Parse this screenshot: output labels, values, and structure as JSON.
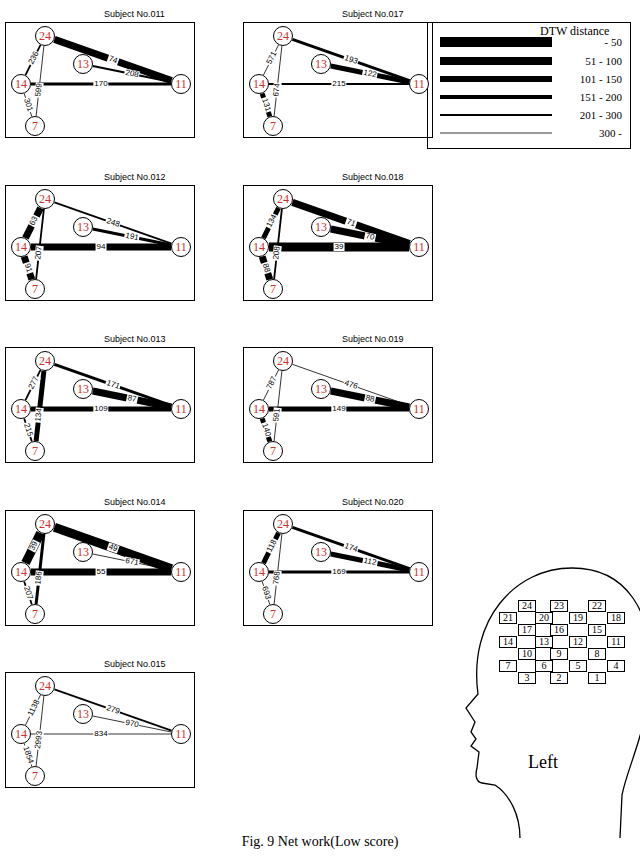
{
  "diagram": {
    "caption": "Fig. 9 Net work(Low score)",
    "nodes": [
      {
        "text": [
          "Subject No.011"
        ]
      },
      {
        "text": [
          "24"
        ],
        "in": 0
      },
      {
        "text": [
          "13"
        ],
        "in": 0
      },
      {
        "text": [
          "14"
        ],
        "in": 0
      },
      {
        "text": [
          "7"
        ],
        "in": 0
      },
      {
        "text": [
          "11"
        ],
        "in": 0
      },
      {
        "text": [
          "Subject No.017"
        ]
      },
      {
        "text": [
          "24"
        ],
        "in": 6
      },
      {
        "text": [
          "13"
        ],
        "in": 6
      },
      {
        "text": [
          "14"
        ],
        "in": 6
      },
      {
        "text": [
          "7"
        ],
        "in": 6
      },
      {
        "text": [
          "11"
        ],
        "in": 6
      },
      {
        "text": [
          "Subject No.012"
        ]
      },
      {
        "text": [
          "24"
        ],
        "in": 12
      },
      {
        "text": [
          "13"
        ],
        "in": 12
      },
      {
        "text": [
          "14"
        ],
        "in": 12
      },
      {
        "text": [
          "7"
        ],
        "in": 12
      },
      {
        "text": [
          "11"
        ],
        "in": 12
      },
      {
        "text": [
          "Subject No.018"
        ]
      },
      {
        "text": [
          "24"
        ],
        "in": 18
      },
      {
        "text": [
          "13"
        ],
        "in": 18
      },
      {
        "text": [
          "14"
        ],
        "in": 18
      },
      {
        "text": [
          "7"
        ],
        "in": 18
      },
      {
        "text": [
          "11"
        ],
        "in": 18
      },
      {
        "text": [
          "Subject No.013"
        ]
      },
      {
        "text": [
          "24"
        ],
        "in": 24
      },
      {
        "text": [
          "13"
        ],
        "in": 24
      },
      {
        "text": [
          "14"
        ],
        "in": 24
      },
      {
        "text": [
          "7"
        ],
        "in": 24
      },
      {
        "text": [
          "11"
        ],
        "in": 24
      },
      {
        "text": [
          "Subject No.019"
        ]
      },
      {
        "text": [
          "24"
        ],
        "in": 30
      },
      {
        "text": [
          "13"
        ],
        "in": 30
      },
      {
        "text": [
          "14"
        ],
        "in": 30
      },
      {
        "text": [
          "7"
        ],
        "in": 30
      },
      {
        "text": [
          "11"
        ],
        "in": 30
      },
      {
        "text": [
          "Subject No.014"
        ]
      },
      {
        "text": [
          "24"
        ],
        "in": 36
      },
      {
        "text": [
          "13"
        ],
        "in": 36
      },
      {
        "text": [
          "14"
        ],
        "in": 36
      },
      {
        "text": [
          "7"
        ],
        "in": 36
      },
      {
        "text": [
          "11"
        ],
        "in": 36
      },
      {
        "text": [
          "Subject No.020"
        ]
      },
      {
        "text": [
          "24"
        ],
        "in": 42
      },
      {
        "text": [
          "13"
        ],
        "in": 42
      },
      {
        "text": [
          "14"
        ],
        "in": 42
      },
      {
        "text": [
          "7"
        ],
        "in": 42
      },
      {
        "text": [
          "11"
        ],
        "in": 42
      },
      {
        "text": [
          "Subject No.015"
        ]
      },
      {
        "text": [
          "24"
        ],
        "in": 48
      },
      {
        "text": [
          "13"
        ],
        "in": 48
      },
      {
        "text": [
          "14"
        ],
        "in": 48
      },
      {
        "text": [
          "7"
        ],
        "in": 48
      },
      {
        "text": [
          "11"
        ],
        "in": 48
      }
    ],
    "edges": [
      {
        "from": 1,
        "to": 5,
        "label": "74",
        "arrow": "none"
      },
      {
        "from": 2,
        "to": 5,
        "label": "208",
        "arrow": "none"
      },
      {
        "from": 3,
        "to": 5,
        "label": "170",
        "arrow": "none"
      },
      {
        "from": 1,
        "to": 3,
        "label": "236",
        "arrow": "none"
      },
      {
        "from": 1,
        "to": 4,
        "label": "599",
        "arrow": "none"
      },
      {
        "from": 3,
        "to": 4,
        "label": "301",
        "arrow": "none"
      },
      {
        "from": 7,
        "to": 11,
        "label": "193",
        "arrow": "none"
      },
      {
        "from": 8,
        "to": 11,
        "label": "122",
        "arrow": "none"
      },
      {
        "from": 9,
        "to": 11,
        "label": "215",
        "arrow": "none"
      },
      {
        "from": 7,
        "to": 9,
        "label": "571",
        "arrow": "none"
      },
      {
        "from": 7,
        "to": 10,
        "label": "674",
        "arrow": "none"
      },
      {
        "from": 9,
        "to": 10,
        "label": "131",
        "arrow": "none"
      },
      {
        "from": 13,
        "to": 17,
        "label": "248",
        "arrow": "none"
      },
      {
        "from": 14,
        "to": 17,
        "label": "191",
        "arrow": "none"
      },
      {
        "from": 15,
        "to": 17,
        "label": "94",
        "arrow": "none"
      },
      {
        "from": 13,
        "to": 15,
        "label": "63",
        "arrow": "none"
      },
      {
        "from": 13,
        "to": 16,
        "label": "207",
        "arrow": "none"
      },
      {
        "from": 15,
        "to": 16,
        "label": "91",
        "arrow": "none"
      },
      {
        "from": 19,
        "to": 23,
        "label": "71",
        "arrow": "none"
      },
      {
        "from": 20,
        "to": 23,
        "label": "70",
        "arrow": "none"
      },
      {
        "from": 21,
        "to": 23,
        "label": "39",
        "arrow": "none"
      },
      {
        "from": 19,
        "to": 21,
        "label": "134",
        "arrow": "none"
      },
      {
        "from": 19,
        "to": 22,
        "label": "208",
        "arrow": "none"
      },
      {
        "from": 21,
        "to": 22,
        "label": "88",
        "arrow": "none"
      },
      {
        "from": 25,
        "to": 29,
        "label": "171",
        "arrow": "none"
      },
      {
        "from": 26,
        "to": 29,
        "label": "87",
        "arrow": "none"
      },
      {
        "from": 27,
        "to": 29,
        "label": "109",
        "arrow": "none"
      },
      {
        "from": 25,
        "to": 27,
        "label": "277",
        "arrow": "none"
      },
      {
        "from": 25,
        "to": 28,
        "label": "134",
        "arrow": "none"
      },
      {
        "from": 27,
        "to": 28,
        "label": "215",
        "arrow": "none"
      },
      {
        "from": 31,
        "to": 35,
        "label": "476",
        "arrow": "none"
      },
      {
        "from": 32,
        "to": 35,
        "label": "88",
        "arrow": "none"
      },
      {
        "from": 33,
        "to": 35,
        "label": "149",
        "arrow": "none"
      },
      {
        "from": 31,
        "to": 33,
        "label": "787",
        "arrow": "none"
      },
      {
        "from": 31,
        "to": 34,
        "label": "591",
        "arrow": "none"
      },
      {
        "from": 33,
        "to": 34,
        "label": "140",
        "arrow": "none"
      },
      {
        "from": 37,
        "to": 41,
        "label": "49",
        "arrow": "none"
      },
      {
        "from": 38,
        "to": 41,
        "label": "671",
        "arrow": "none"
      },
      {
        "from": 39,
        "to": 41,
        "label": "55",
        "arrow": "none"
      },
      {
        "from": 37,
        "to": 39,
        "label": "39",
        "arrow": "none"
      },
      {
        "from": 37,
        "to": 40,
        "label": "186",
        "arrow": "none"
      },
      {
        "from": 39,
        "to": 40,
        "label": "207",
        "arrow": "none"
      },
      {
        "from": 43,
        "to": 47,
        "label": "174",
        "arrow": "none"
      },
      {
        "from": 44,
        "to": 47,
        "label": "112",
        "arrow": "none"
      },
      {
        "from": 45,
        "to": 47,
        "label": "169",
        "arrow": "none"
      },
      {
        "from": 43,
        "to": 45,
        "label": "118",
        "arrow": "none"
      },
      {
        "from": 43,
        "to": 46,
        "label": "768",
        "arrow": "none"
      },
      {
        "from": 45,
        "to": 46,
        "label": "693",
        "arrow": "none"
      },
      {
        "from": 49,
        "to": 53,
        "label": "279",
        "arrow": "none"
      },
      {
        "from": 50,
        "to": 53,
        "label": "970",
        "arrow": "none"
      },
      {
        "from": 51,
        "to": 53,
        "label": "834",
        "arrow": "none"
      },
      {
        "from": 49,
        "to": 51,
        "label": "1138",
        "arrow": "none"
      },
      {
        "from": 49,
        "to": 52,
        "label": "2993",
        "arrow": "none"
      },
      {
        "from": 51,
        "to": 52,
        "label": "1854",
        "arrow": "none"
      }
    ],
    "labels": [
      "DTW distance",
      "24",
      "23",
      "22",
      "21",
      "20",
      "19",
      "18",
      "17",
      "16",
      "15",
      "14",
      "13",
      "12",
      "11",
      "10",
      "9",
      "8",
      "7",
      "6",
      "5",
      "4",
      "3",
      "2",
      "1",
      "Left"
    ],
    "legend": [
      {
        "text": "- 50"
      },
      {
        "text": "51 - 100"
      },
      {
        "text": "101 - 150"
      },
      {
        "text": "151 - 200"
      },
      {
        "text": "201 - 300"
      },
      {
        "text": "300 -"
      }
    ]
  }
}
